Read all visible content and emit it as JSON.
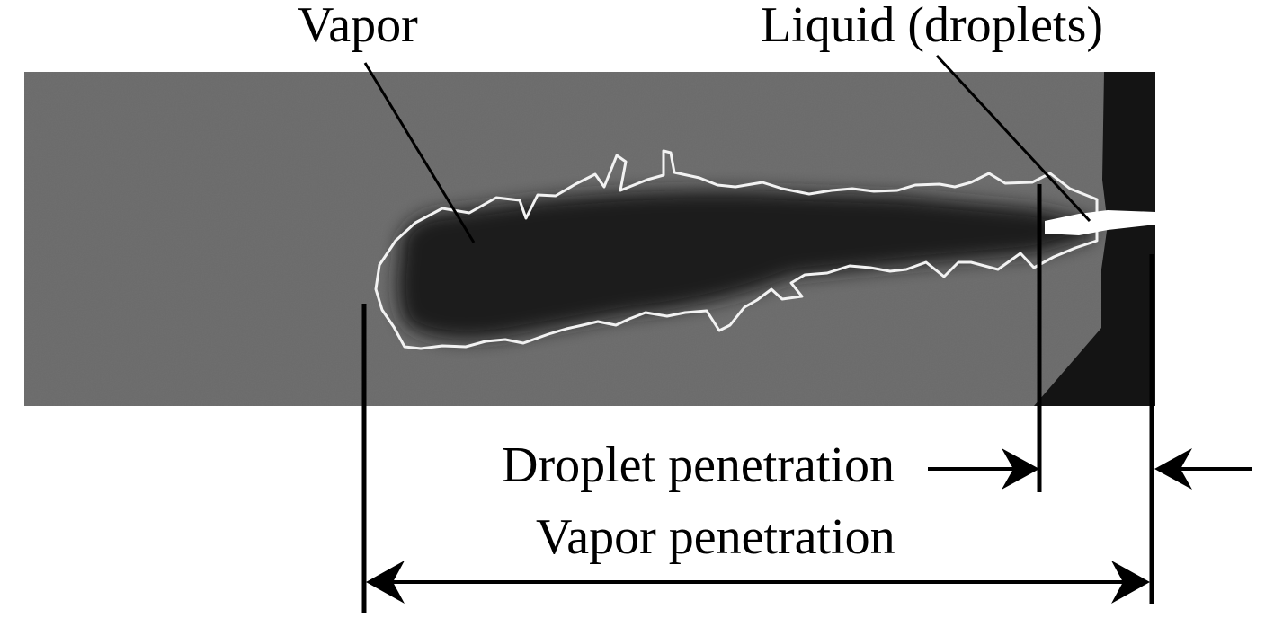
{
  "labels": {
    "vapor": "Vapor",
    "liquid": "Liquid (droplets)",
    "droplet_penetration": "Droplet penetration",
    "vapor_penetration": "Vapor penetration"
  },
  "colors": {
    "chamber_background": "#6b6b6b",
    "vapor_core": "#1c1c1c",
    "vapor_outline": "#f2f2f2",
    "liquid_spray": "#ffffff",
    "injector_wall": "#141414",
    "annotation": "#000000"
  }
}
